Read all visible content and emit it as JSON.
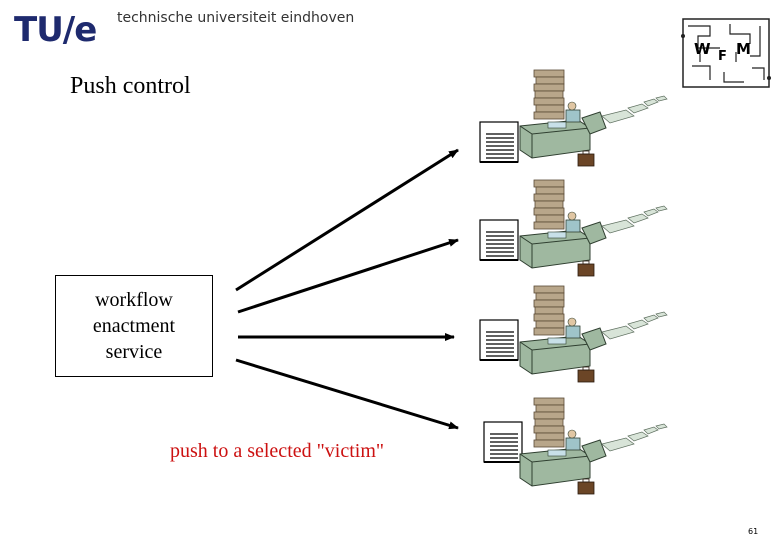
{
  "header": {
    "logo_text": "TU/e",
    "university_name": "technische universiteit eindhoven",
    "wfm_logo": "WFM"
  },
  "slide": {
    "title": "Push control",
    "service_box_label": "workflow\nenactment\nservice",
    "push_label": "push to a selected \"victim\"",
    "page_number": "61"
  },
  "colors": {
    "logo_blue": "#1e2a6e",
    "push_label_red": "#cc1111",
    "desk_green": "#9fb8a0"
  }
}
